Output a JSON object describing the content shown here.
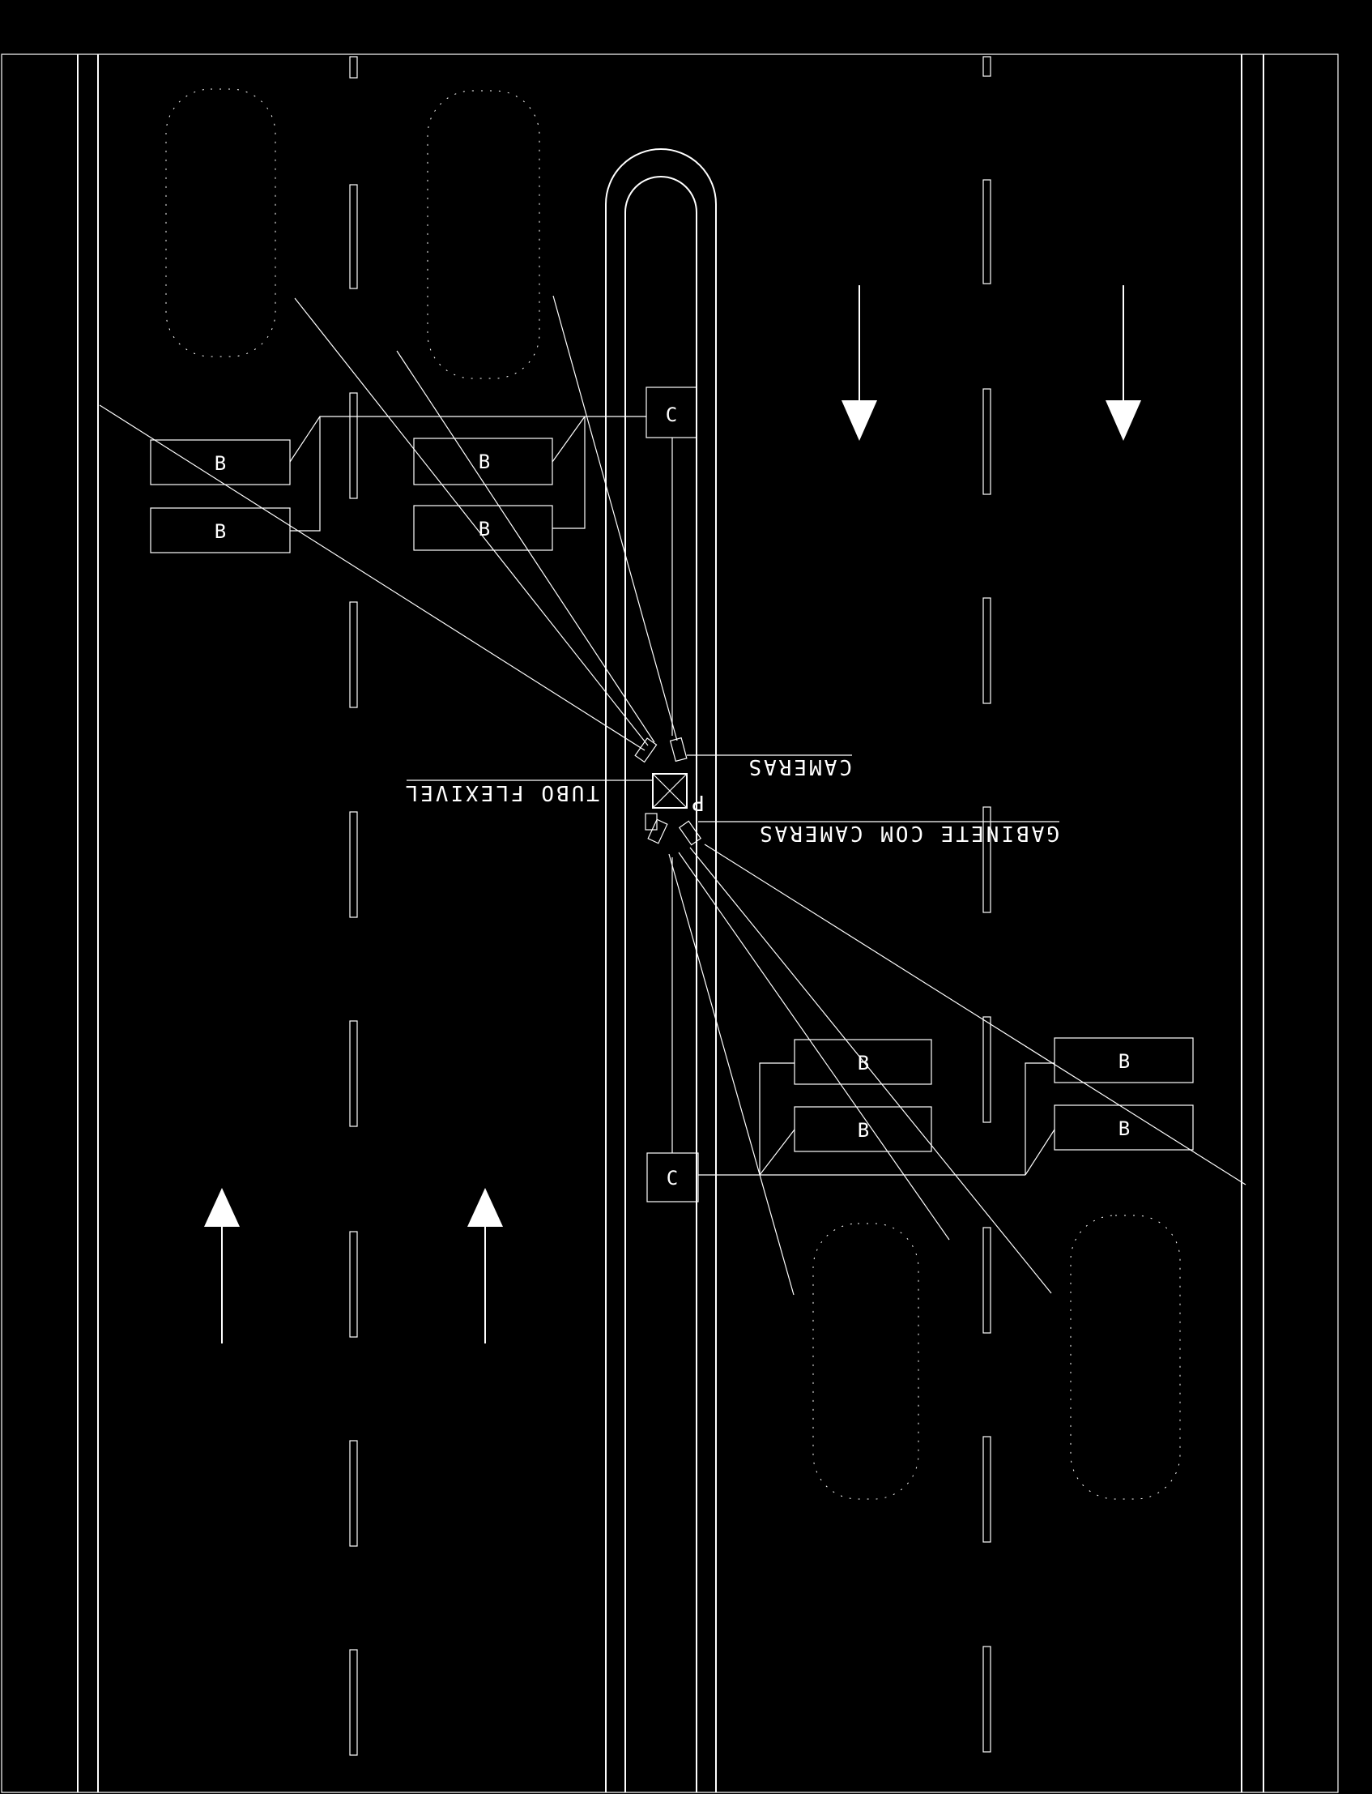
{
  "diagram": {
    "box_b_label": "B",
    "box_c_label": "C",
    "cabinet_label": "P",
    "note_cameras": "CAMERAS",
    "note_cabinet": "GABINETE COM CAMERAS",
    "note_tube": "TUBO FLEXIVEL",
    "colors": {
      "background": "#000000",
      "lines": "#ffffff"
    },
    "traffic_directions": {
      "left_carriageway": "up",
      "right_carriageway": "down"
    }
  }
}
